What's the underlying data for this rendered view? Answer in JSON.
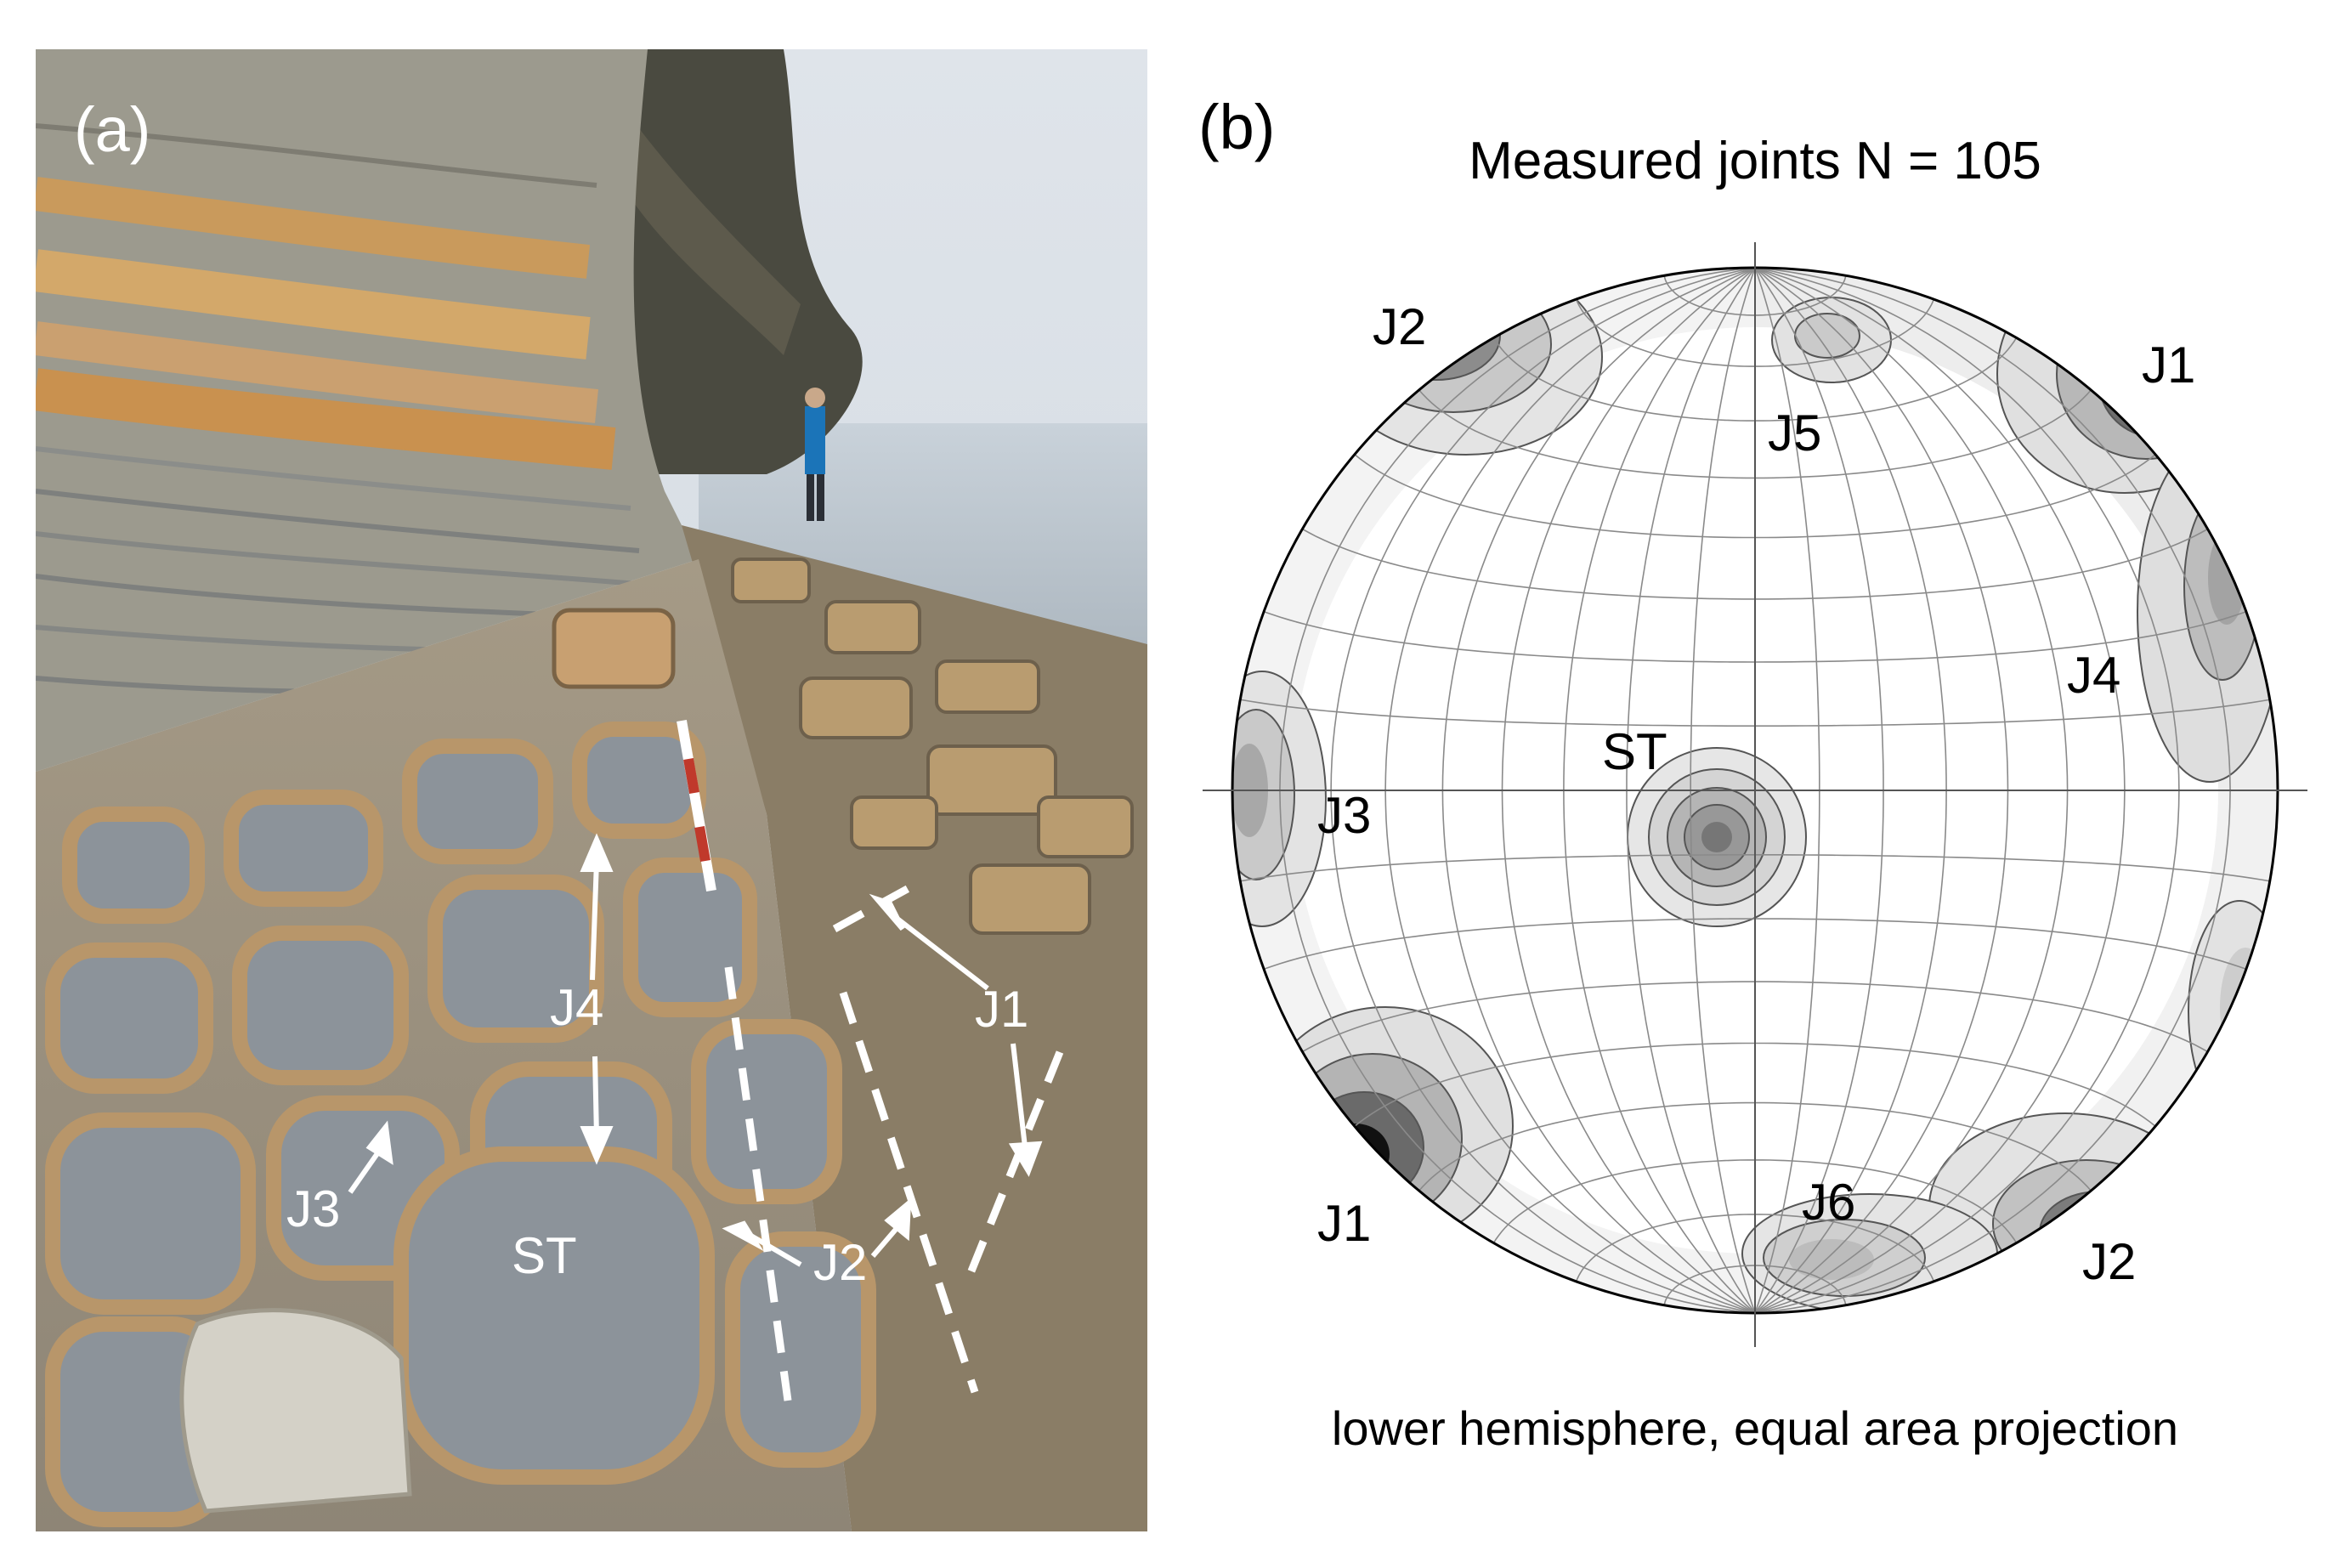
{
  "panel_a": {
    "panel_label": "(a)",
    "labels": {
      "j4": "J4",
      "j1": "J1",
      "j3": "J3",
      "st": "ST",
      "j2": "J2"
    }
  },
  "panel_b": {
    "panel_label": "(b)",
    "title": "Measured joints N = 105",
    "caption": "lower hemisphere, equal area projection",
    "labels": {
      "j2_top": "J2",
      "j1_top": "J1",
      "j5": "J5",
      "j4": "J4",
      "st": "ST",
      "j3": "J3",
      "j1_bottom": "J1",
      "j6": "J6",
      "j2_bottom": "J2"
    }
  }
}
